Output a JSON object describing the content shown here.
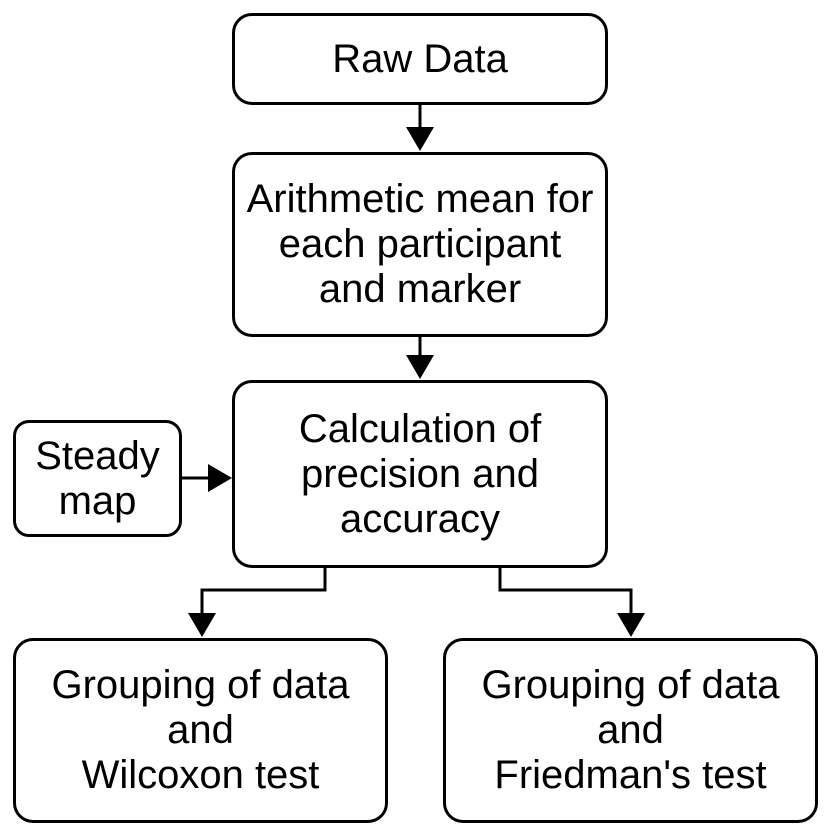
{
  "diagram": {
    "type": "flowchart",
    "background_color": "#ffffff",
    "stroke_color": "#000000",
    "text_color": "#000000",
    "nodes": [
      {
        "id": "raw-data",
        "label": "Raw Data"
      },
      {
        "id": "arithmetic-mean",
        "label": "Arithmetic mean for\neach participant\nand marker"
      },
      {
        "id": "steady-map",
        "label": "Steady\nmap"
      },
      {
        "id": "calculation",
        "label": "Calculation of\nprecision and\naccuracy"
      },
      {
        "id": "grouping-wilcoxon",
        "label": "Grouping of data\nand\nWilcoxon test"
      },
      {
        "id": "grouping-friedman",
        "label": "Grouping of data\nand\nFriedman's test"
      }
    ],
    "edges": [
      {
        "from": "raw-data",
        "to": "arithmetic-mean"
      },
      {
        "from": "arithmetic-mean",
        "to": "calculation"
      },
      {
        "from": "steady-map",
        "to": "calculation"
      },
      {
        "from": "calculation",
        "to": "grouping-wilcoxon"
      },
      {
        "from": "calculation",
        "to": "grouping-friedman"
      }
    ]
  }
}
